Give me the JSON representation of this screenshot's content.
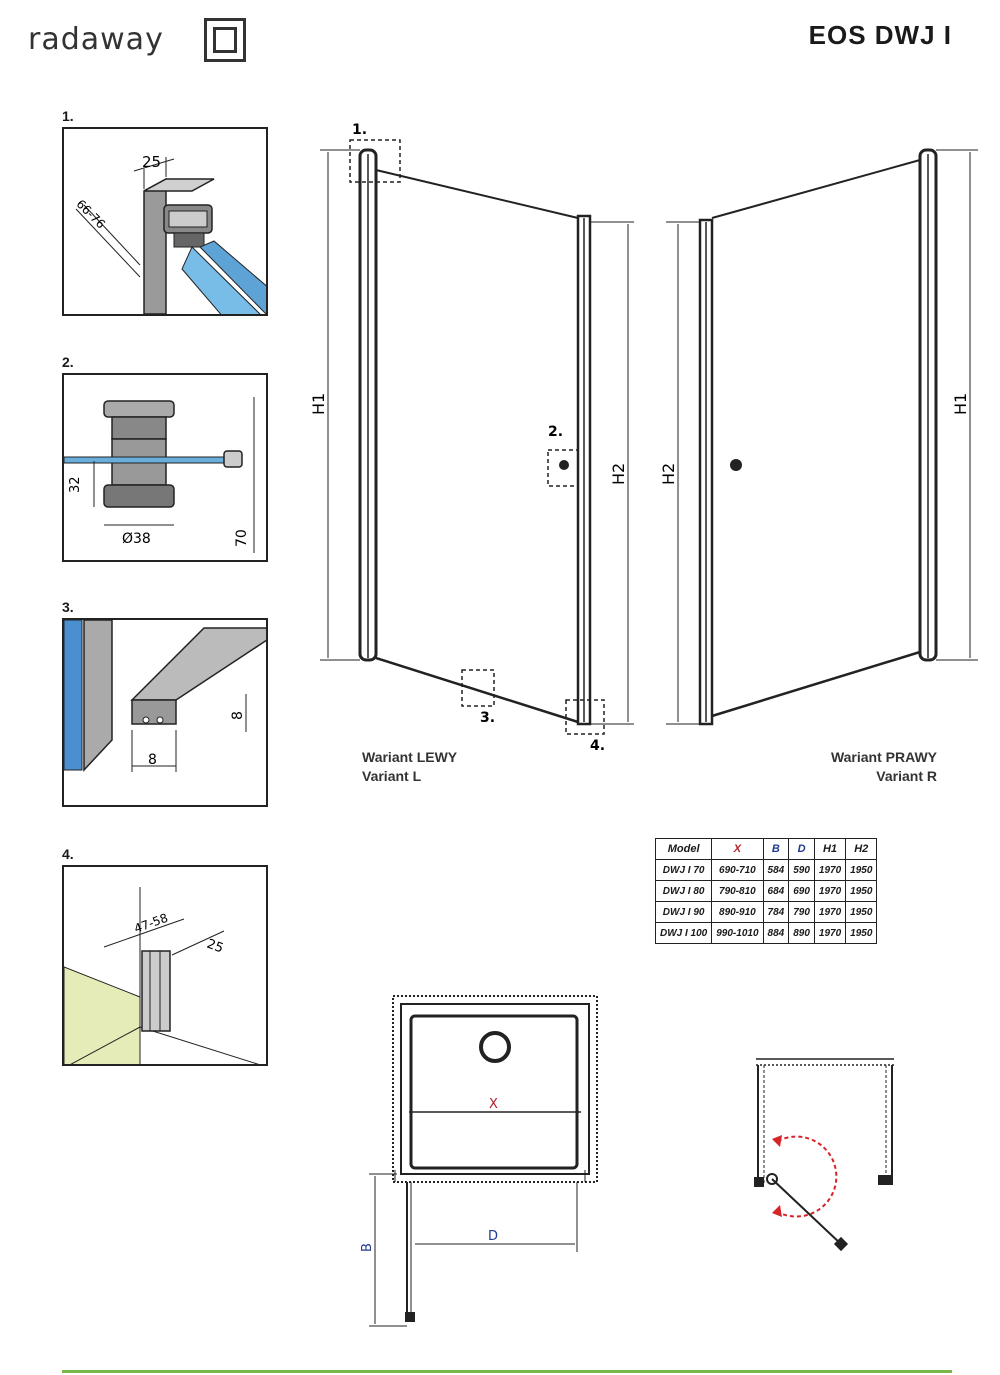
{
  "brand": "radaway",
  "model_title": "EOS DWJ I",
  "details": [
    {
      "num": "1.",
      "dims": [
        "25",
        "66-76"
      ]
    },
    {
      "num": "2.",
      "dims": [
        "32",
        "Ø38",
        "70"
      ]
    },
    {
      "num": "3.",
      "dims": [
        "8",
        "8"
      ]
    },
    {
      "num": "4.",
      "dims": [
        "47-58",
        "25"
      ]
    }
  ],
  "door_callouts": [
    "1.",
    "2.",
    "3.",
    "4."
  ],
  "door_dims": {
    "h1": "H1",
    "h2": "H2"
  },
  "variant_left": {
    "pl": "Wariant LEWY",
    "en": "Variant L"
  },
  "variant_right": {
    "pl": "Wariant PRAWY",
    "en": "Variant R"
  },
  "table": {
    "headers": [
      "Model",
      "X",
      "B",
      "D",
      "H1",
      "H2"
    ],
    "rows": [
      [
        "DWJ I 70",
        "690-710",
        "584",
        "590",
        "1970",
        "1950"
      ],
      [
        "DWJ I 80",
        "790-810",
        "684",
        "690",
        "1970",
        "1950"
      ],
      [
        "DWJ I 90",
        "890-910",
        "784",
        "790",
        "1970",
        "1950"
      ],
      [
        "DWJ I 100",
        "990-1010",
        "884",
        "890",
        "1970",
        "1950"
      ]
    ]
  },
  "plan_labels": {
    "x": "X",
    "b": "B",
    "d": "D"
  }
}
